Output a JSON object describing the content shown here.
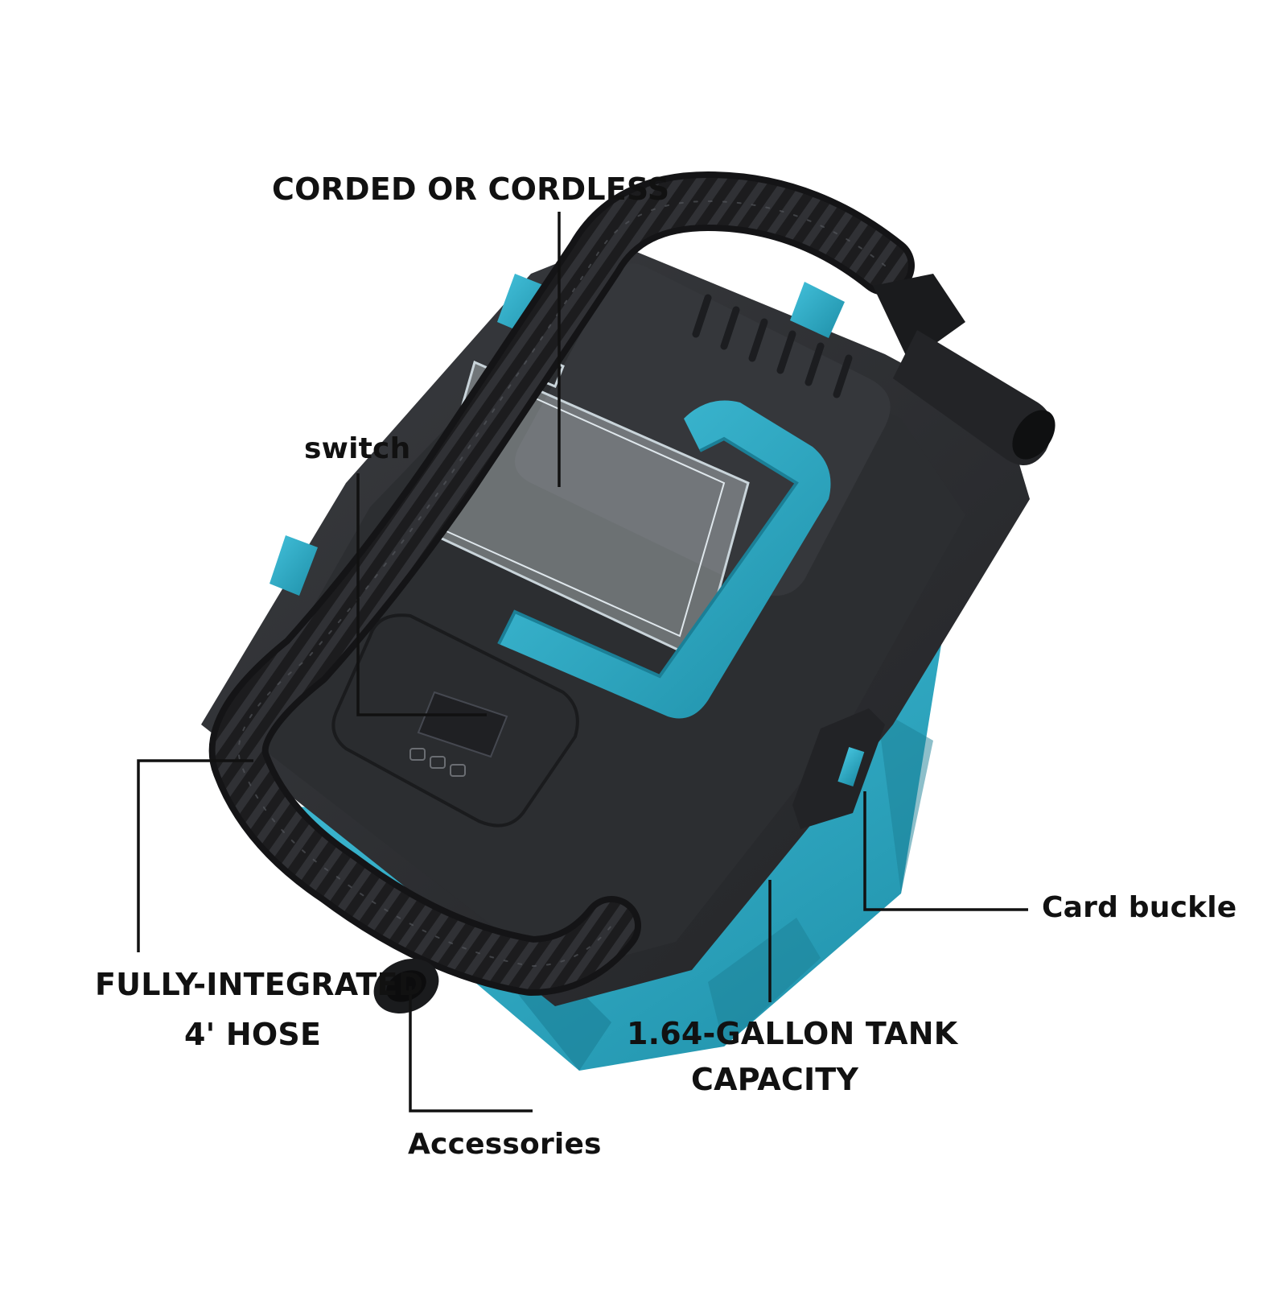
{
  "callouts": {
    "corded_or_cordless": "CORDED OR CORDLESS",
    "switch": "switch",
    "hose_line1": "FULLY-INTEGRATED",
    "hose_line2": "4' HOSE",
    "accessories": "Accessories",
    "tank_line1": "1.64-GALLON TANK",
    "tank_line2": "CAPACITY",
    "card_buckle": "Card buckle"
  },
  "colors": {
    "body_dark": "#2b2d30",
    "accent_teal": "#2ba9c4",
    "hose_black": "#1c1c1e",
    "leader_line": "#111111",
    "background": "#ffffff"
  }
}
